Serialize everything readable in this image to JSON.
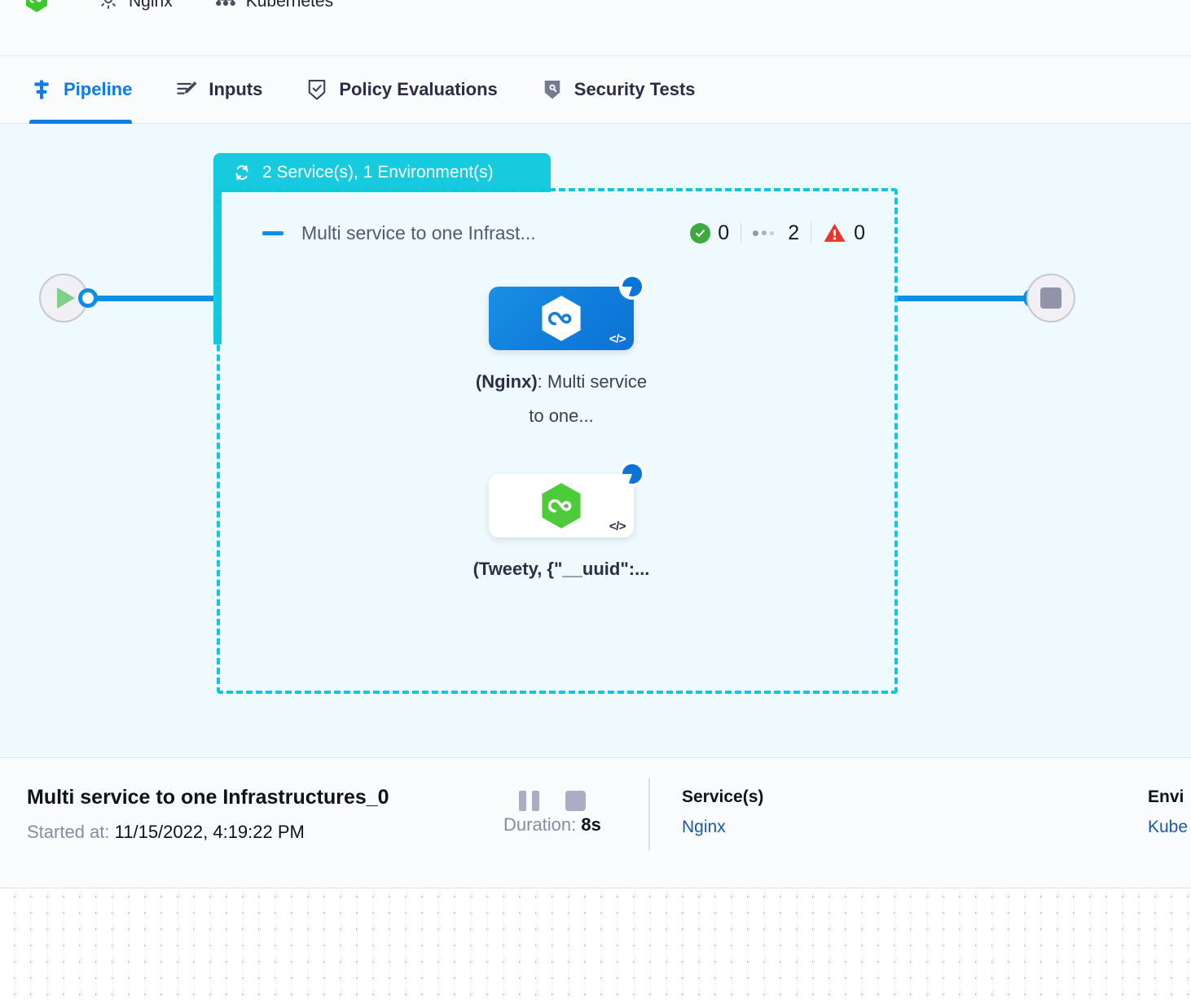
{
  "breadcrumbs": [
    {
      "icon": "green-hexagon-service-icon",
      "label": ""
    },
    {
      "icon": "gear-icon",
      "label": "Nginx"
    },
    {
      "icon": "infrastructure-node-icon",
      "label": "Kubernetes"
    }
  ],
  "tabs": [
    {
      "label": "Pipeline",
      "icon": "pipeline-icon",
      "active": true
    },
    {
      "label": "Inputs",
      "icon": "inputs-wand-icon",
      "active": false
    },
    {
      "label": "Policy Evaluations",
      "icon": "policy-shield-check-icon",
      "active": false
    },
    {
      "label": "Security Tests",
      "icon": "security-shield-icon",
      "active": false
    }
  ],
  "canvas": {
    "start_node": {
      "icon": "play-icon",
      "name": "start-node"
    },
    "end_node": {
      "icon": "stop-square-icon",
      "name": "end-node"
    },
    "group": {
      "badge_icon": "loop-repeat-icon",
      "badge_label": "2 Service(s), 1 Environment(s)",
      "stage_title": "Multi service to one Infrast...",
      "collapse_icon": "minus-collapse-icon",
      "counts": [
        {
          "icon": "success-check-icon",
          "value": "0"
        },
        {
          "icon": "running-dots-icon",
          "value": "2"
        },
        {
          "icon": "warning-triangle-icon",
          "value": "0"
        }
      ],
      "steps": [
        {
          "name": "step-nginx",
          "card_style": "blue",
          "icon": "hexagon-infinity-icon",
          "code_badge": "</>",
          "status_icon": "spinner-running-icon",
          "label_bold": "(Nginx)",
          "label_rest": ": Multi service to one..."
        },
        {
          "name": "step-tweety",
          "card_style": "white",
          "icon": "hexagon-infinity-green-icon",
          "code_badge": "</>",
          "status_icon": "spinner-running-icon",
          "label_bold": "(Tweety, {\"__uuid\":...",
          "label_rest": ""
        }
      ]
    }
  },
  "detail": {
    "title": "Multi service to one Infrastructures_0",
    "started_label": "Started at:",
    "started_value": "11/15/2022, 4:19:22 PM",
    "pause_icon": "pause-icon",
    "stop_icon": "stop-icon",
    "duration_label": "Duration:",
    "duration_value": "8s",
    "columns": [
      {
        "label": "Service(s)",
        "value": "Nginx"
      },
      {
        "label": "Envi",
        "value": "Kube"
      }
    ]
  },
  "colors": {
    "accent_blue": "#0b7ce8",
    "group_cyan": "#18cadd",
    "canvas_bg": "#eefafd",
    "panel_bg": "#fafbfc",
    "link_blue": "#1b5b9e",
    "success_green": "#3cab3c",
    "warning_red": "#e8362a"
  }
}
